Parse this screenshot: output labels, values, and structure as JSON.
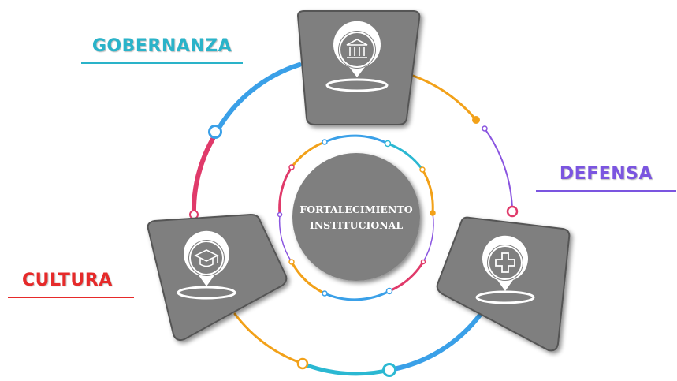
{
  "center": {
    "line1": "FORTALECIMIENTO",
    "line2": "INSTITUCIONAL"
  },
  "nodes": {
    "gobernanza": {
      "label": "GOBERNANZA",
      "color": "#2ab3c9",
      "icon": "government-building-icon"
    },
    "defensa": {
      "label": "DEFENSA",
      "color": "#7b55e0",
      "icon": "medical-cross-icon"
    },
    "cultura": {
      "label": "CULTURA",
      "color": "#e62a2a",
      "icon": "graduation-cap-icon"
    }
  },
  "colors": {
    "card": "#7f7f7f",
    "card_dark": "#555555",
    "blue": "#3aa0e8",
    "orange": "#f2a119",
    "pink": "#e03a6a",
    "purple": "#8a55e0",
    "teal": "#2bb8d2"
  }
}
